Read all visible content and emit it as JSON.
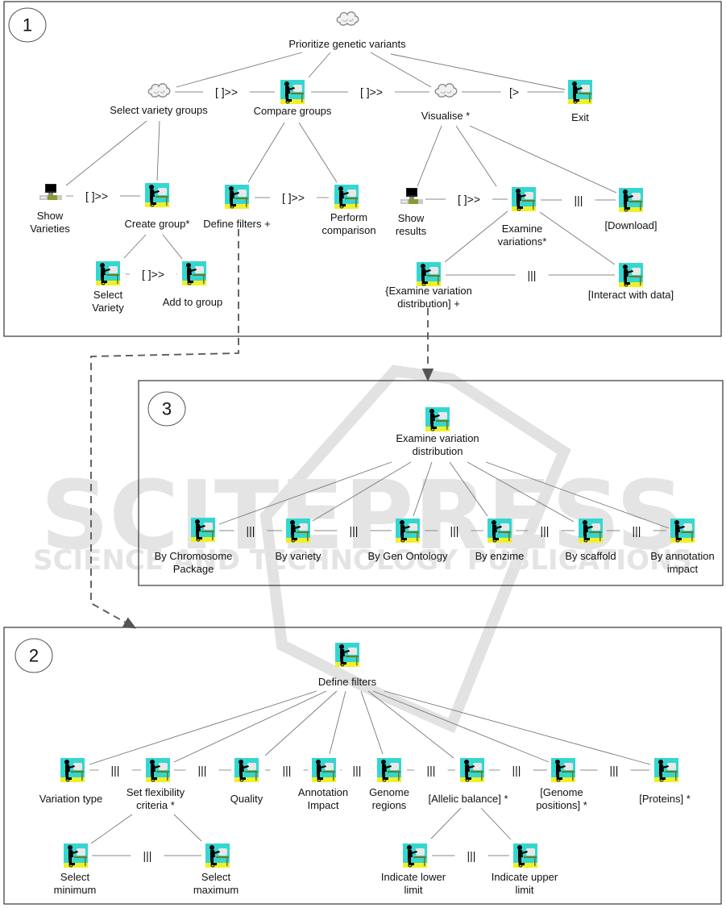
{
  "watermark": {
    "title": "SCITEPRESS",
    "subtitle": "SCIENCE AND TECHNOLOGY PUBLICATIONS"
  },
  "panels": [
    {
      "id": "1",
      "badge": "1",
      "nodes": {
        "root": {
          "type": "abstract",
          "label": [
            "Prioritize genetic variants"
          ]
        },
        "select_groups": {
          "type": "abstract",
          "label": [
            "Select variety groups"
          ]
        },
        "compare": {
          "type": "interaction",
          "label": [
            "Compare groups"
          ]
        },
        "visualise": {
          "type": "abstract",
          "label": [
            "Visualise *"
          ]
        },
        "exit": {
          "type": "interaction",
          "label": [
            "Exit"
          ]
        },
        "show_varieties": {
          "type": "application",
          "label": [
            "Show",
            "Varieties"
          ]
        },
        "create_group": {
          "type": "interaction",
          "label": [
            "Create group*"
          ]
        },
        "select_variety": {
          "type": "interaction",
          "label": [
            "Select",
            "Variety"
          ]
        },
        "add_to_group": {
          "type": "interaction",
          "label": [
            "Add to group"
          ]
        },
        "define_filters": {
          "type": "interaction",
          "label": [
            "Define filters +"
          ]
        },
        "perform_comparison": {
          "type": "interaction",
          "label": [
            "Perform",
            "comparison"
          ]
        },
        "show_results": {
          "type": "application",
          "label": [
            "Show",
            "results"
          ]
        },
        "examine_variations": {
          "type": "interaction",
          "label": [
            "Examine",
            "variations*"
          ]
        },
        "download": {
          "type": "interaction",
          "label": [
            "[Download]"
          ]
        },
        "examine_distribution": {
          "type": "interaction",
          "label": [
            "{Examine variation",
            "distribution] +"
          ]
        },
        "interact": {
          "type": "interaction",
          "label": [
            "[Interact with data]"
          ]
        }
      },
      "operators": [
        {
          "from": "select_groups",
          "to": "compare",
          "op": "[ ]>>"
        },
        {
          "from": "compare",
          "to": "visualise",
          "op": "[ ]>>"
        },
        {
          "from": "visualise",
          "to": "exit",
          "op": "[>"
        },
        {
          "from": "show_varieties",
          "to": "create_group",
          "op": "[ ]>>"
        },
        {
          "from": "select_variety",
          "to": "add_to_group",
          "op": "[ ]>>"
        },
        {
          "from": "define_filters",
          "to": "perform_comparison",
          "op": "[ ]>>"
        },
        {
          "from": "show_results",
          "to": "examine_variations",
          "op": "[ ]>>"
        },
        {
          "from": "examine_variations",
          "to": "download",
          "op": "|||"
        },
        {
          "from": "examine_distribution",
          "to": "interact",
          "op": "|||"
        }
      ]
    },
    {
      "id": "3",
      "badge": "3",
      "nodes": {
        "root": {
          "type": "interaction",
          "label": [
            "Examine variation",
            "distribution"
          ]
        },
        "chromosome": {
          "type": "interaction",
          "label": [
            "By Chromosome",
            "Package"
          ]
        },
        "variety": {
          "type": "interaction",
          "label": [
            "By variety"
          ]
        },
        "ontology": {
          "type": "interaction",
          "label": [
            "By Gen Ontology"
          ]
        },
        "enzime": {
          "type": "interaction",
          "label": [
            "By enzime"
          ]
        },
        "scaffold": {
          "type": "interaction",
          "label": [
            "By scaffold"
          ]
        },
        "annotation": {
          "type": "interaction",
          "label": [
            "By annotation",
            "impact"
          ]
        }
      },
      "operators": [
        {
          "from": "chromosome",
          "to": "variety",
          "op": "|||"
        },
        {
          "from": "variety",
          "to": "ontology",
          "op": "|||"
        },
        {
          "from": "ontology",
          "to": "enzime",
          "op": "|||"
        },
        {
          "from": "enzime",
          "to": "scaffold",
          "op": "|||"
        },
        {
          "from": "scaffold",
          "to": "annotation",
          "op": "|||"
        }
      ]
    },
    {
      "id": "2",
      "badge": "2",
      "nodes": {
        "root": {
          "type": "interaction",
          "label": [
            "Define filters"
          ]
        },
        "variation_type": {
          "type": "interaction",
          "label": [
            "Variation type"
          ]
        },
        "flexibility": {
          "type": "interaction",
          "label": [
            "Set flexibility",
            "criteria *"
          ]
        },
        "quality": {
          "type": "interaction",
          "label": [
            "Quality"
          ]
        },
        "annotation_impact": {
          "type": "interaction",
          "label": [
            "Annotation",
            "Impact"
          ]
        },
        "genome_regions": {
          "type": "interaction",
          "label": [
            "Genome",
            "regions"
          ]
        },
        "allelic": {
          "type": "interaction",
          "label": [
            "[Allelic balance] *"
          ]
        },
        "genome_positions": {
          "type": "interaction",
          "label": [
            "[Genome",
            "positions] *"
          ]
        },
        "proteins": {
          "type": "interaction",
          "label": [
            "[Proteins] *"
          ]
        },
        "select_min": {
          "type": "interaction",
          "label": [
            "Select",
            "minimum"
          ]
        },
        "select_max": {
          "type": "interaction",
          "label": [
            "Select",
            "maximum"
          ]
        },
        "lower": {
          "type": "interaction",
          "label": [
            "Indicate lower",
            "limit"
          ]
        },
        "upper": {
          "type": "interaction",
          "label": [
            "Indicate upper",
            "limit"
          ]
        }
      },
      "operators": [
        {
          "from": "variation_type",
          "to": "flexibility",
          "op": "|||"
        },
        {
          "from": "flexibility",
          "to": "quality",
          "op": "|||"
        },
        {
          "from": "quality",
          "to": "annotation_impact",
          "op": "|||"
        },
        {
          "from": "annotation_impact",
          "to": "genome_regions",
          "op": "|||"
        },
        {
          "from": "genome_regions",
          "to": "allelic",
          "op": "|||"
        },
        {
          "from": "allelic",
          "to": "genome_positions",
          "op": "|||"
        },
        {
          "from": "genome_positions",
          "to": "proteins",
          "op": "|||"
        },
        {
          "from": "select_min",
          "to": "select_max",
          "op": "|||"
        },
        {
          "from": "lower",
          "to": "upper",
          "op": "|||"
        }
      ]
    }
  ],
  "links": [
    {
      "from_panel": "1",
      "from_node": "define_filters",
      "to_panel": "2",
      "style": "dashed-arrow"
    },
    {
      "from_panel": "1",
      "from_node": "examine_distribution",
      "to_panel": "3",
      "style": "dashed-arrow"
    }
  ]
}
